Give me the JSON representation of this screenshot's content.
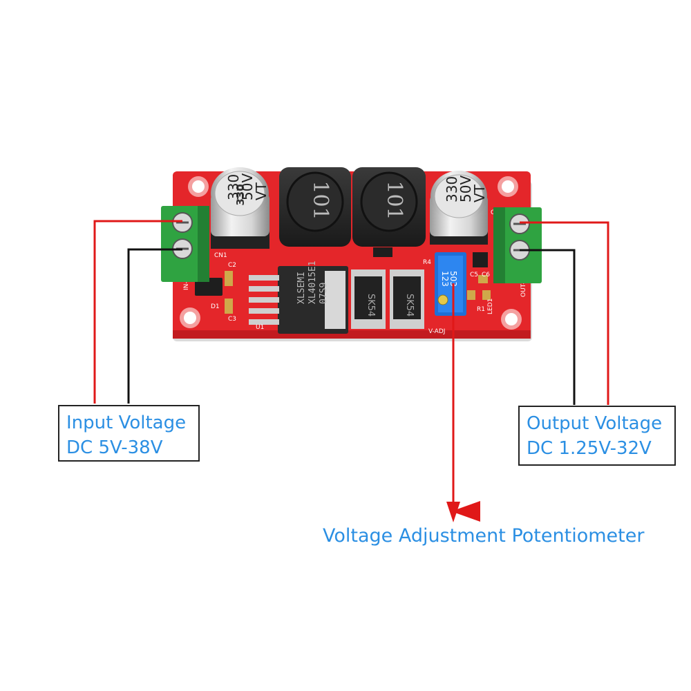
{
  "labels": {
    "input": {
      "line1": "Input Voltage",
      "line2": "DC 5V-38V"
    },
    "output": {
      "line1": "Output Voltage",
      "line2": "DC 1.25V-32V"
    },
    "potentiometer": "Voltage Adjustment Potentiometer"
  },
  "board_text": {
    "cap_left": [
      "330",
      "50V",
      "VT"
    ],
    "cap_right": [
      "330",
      "50V",
      "VT"
    ],
    "inductor": "101",
    "chip": [
      "XLSEMI",
      "XL4015E1",
      "07S9"
    ],
    "diode": "SK54",
    "pot": [
      "123",
      "503"
    ],
    "silk": {
      "cn1": "CN1",
      "c2": "C2",
      "c3": "C3",
      "d1": "D1",
      "u1": "U1",
      "r4": "R4",
      "c5": "C5",
      "c6": "C6",
      "r1": "R1",
      "c4": "C4",
      "in_minus": "IN-",
      "out_minus": "OUT-",
      "v_adj": "V-ADJ",
      "led1": "LED1"
    }
  },
  "colors": {
    "positive_wire": "#e01818",
    "negative_wire": "#111111",
    "pcb": "#e4262a",
    "terminal": "#2fa341",
    "label_text": "#2b8fe3"
  }
}
